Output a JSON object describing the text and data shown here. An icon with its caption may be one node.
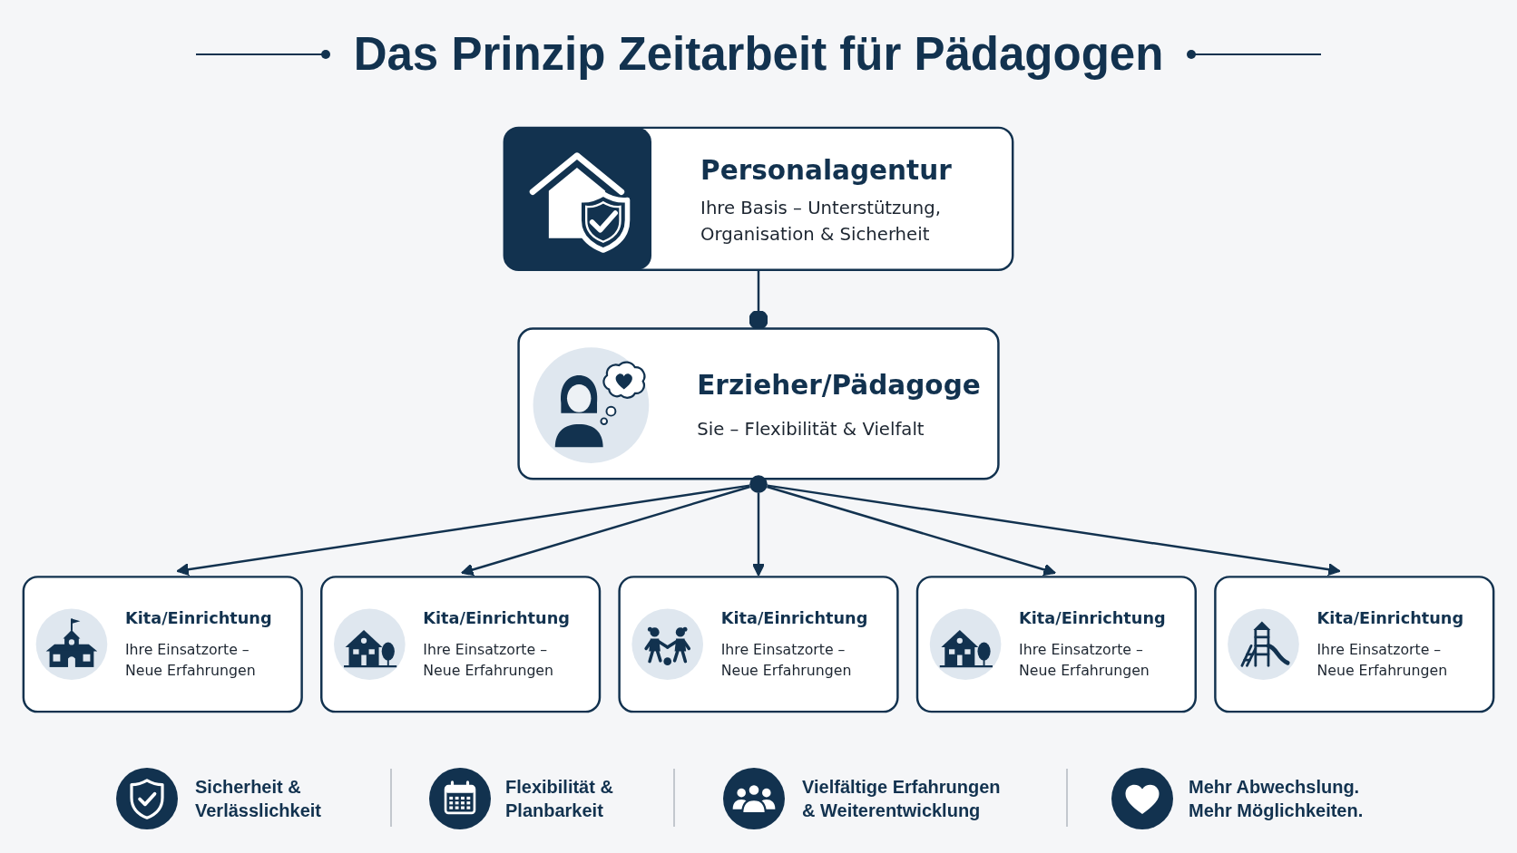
{
  "diagram": {
    "title": "Das Prinzip Zeitarbeit für Pädagogen",
    "nodes": [
      {
        "text": [
          "Personalagentur",
          "Ihre Basis – Unterstützung, Organisation & Sicherheit"
        ]
      },
      {
        "text": [
          "Erzieher/Pädagoge",
          "Sie – Flexibilität & Vielfalt"
        ]
      },
      {
        "text": [
          "Kita/Einrichtung",
          "Ihre Einsatzorte – Neue Erfahrungen"
        ]
      },
      {
        "text": [
          "Kita/Einrichtung",
          "Ihre Einsatzorte – Neue Erfahrungen"
        ]
      },
      {
        "text": [
          "Kita/Einrichtung",
          "Ihre Einsatzorte – Neue Erfahrungen"
        ]
      },
      {
        "text": [
          "Kita/Einrichtung",
          "Ihre Einsatzorte – Neue Erfahrungen"
        ]
      },
      {
        "text": [
          "Kita/Einrichtung",
          "Ihre Einsatzorte – Neue Erfahrungen"
        ]
      }
    ],
    "edges": [
      {
        "from": 0,
        "to": 1,
        "arrow": "other"
      },
      {
        "from": 1,
        "to": 2,
        "arrow": "to"
      },
      {
        "from": 1,
        "to": 3,
        "arrow": "to"
      },
      {
        "from": 1,
        "to": 4,
        "arrow": "to"
      },
      {
        "from": 1,
        "to": 5,
        "arrow": "to"
      },
      {
        "from": 1,
        "to": 6,
        "arrow": "to"
      }
    ],
    "labels": [
      "Sicherheit & Verlässlichkeit",
      "Flexibilität & Planbarkeit",
      "Vielfältige Erfahrungen & Weiterentwicklung",
      "Mehr Abwechslung. Mehr Möglichkeiten."
    ]
  }
}
